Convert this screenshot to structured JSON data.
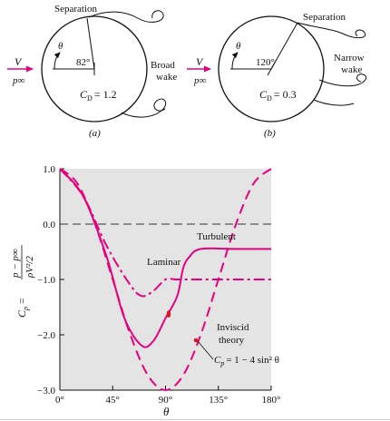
{
  "figure_a": {
    "separation_label": "Separation",
    "angle_label": "82°",
    "theta": "θ",
    "velocity": "V",
    "pressure": "p∞",
    "wake_line1": "Broad",
    "wake_line2": "wake",
    "cd_text": "= 1.2",
    "cd_symbol": "C",
    "cd_sub": "D",
    "caption": "(a)"
  },
  "figure_b": {
    "separation_label": "Separation",
    "angle_label": "120°",
    "theta": "θ",
    "velocity": "V",
    "pressure": "p∞",
    "wake_line1": "Narrow",
    "wake_line2": "wake",
    "cd_text": "= 0.3",
    "cd_symbol": "C",
    "cd_sub": "D",
    "caption": "(b)"
  },
  "colors": {
    "arrow": "#e6007e",
    "curve": "#e6007e",
    "plot_bg": "#e4e4e4",
    "dot": "#d7191c"
  },
  "chart_data": {
    "type": "line",
    "xlabel": "θ",
    "ylabel_numerator": "p − p∞",
    "ylabel_denominator": "ρV²/2",
    "ylabel_symbol": "C",
    "ylabel_sub": "p",
    "xlim": [
      0,
      180
    ],
    "ylim": [
      -3,
      1
    ],
    "x_ticks": [
      0,
      45,
      90,
      135,
      180
    ],
    "x_tick_labels": [
      "0°",
      "45°",
      "90°",
      "135°",
      "180°"
    ],
    "y_ticks": [
      1,
      0,
      -1,
      -2,
      -3
    ],
    "y_tick_labels": [
      "1.0",
      "0.0",
      "−1.0",
      "−2.0",
      "−3.0"
    ],
    "series": [
      {
        "name": "Laminar",
        "style": "dash-dot",
        "x": [
          0,
          20,
          40,
          60,
          70,
          80,
          90,
          100,
          120,
          140,
          160,
          180
        ],
        "y": [
          1.0,
          0.5,
          -0.4,
          -1.1,
          -1.3,
          -1.2,
          -1.0,
          -1.0,
          -1.0,
          -1.0,
          -1.0,
          -1.0
        ]
      },
      {
        "name": "Turbulent",
        "style": "solid",
        "x": [
          0,
          20,
          40,
          55,
          70,
          80,
          90,
          100,
          105,
          110,
          120,
          150,
          180
        ],
        "y": [
          1.0,
          0.5,
          -0.6,
          -1.7,
          -2.2,
          -2.1,
          -1.7,
          -1.3,
          -0.8,
          -0.6,
          -0.45,
          -0.45,
          -0.45
        ]
      },
      {
        "name": "Inviscid theory",
        "formula": "Cp = 1 − 4 sin² θ",
        "style": "dashed",
        "x": [
          0,
          15,
          30,
          45,
          60,
          75,
          90,
          105,
          120,
          135,
          150,
          165,
          180
        ],
        "y": [
          1.0,
          0.732,
          0.0,
          -1.0,
          -2.0,
          -2.732,
          -3.0,
          -2.732,
          -2.0,
          -1.0,
          0.0,
          0.732,
          1.0
        ]
      }
    ],
    "reference_line": {
      "y": 0.0,
      "style": "dashed"
    },
    "annotations": {
      "turbulent": "Turbulent",
      "laminar": "Laminar",
      "inviscid_line1": "Inviscid",
      "inviscid_line2": "theory",
      "formula": "= 1 − 4 sin² θ",
      "formula_symbol": "C",
      "formula_sub": "p"
    }
  }
}
